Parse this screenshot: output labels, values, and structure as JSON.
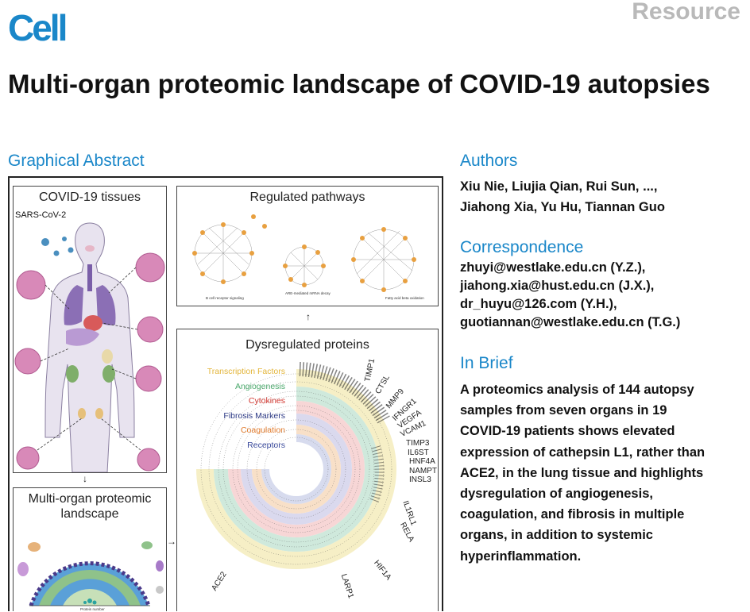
{
  "journal": {
    "logo": "Cell",
    "article_type": "Resource"
  },
  "title": "Multi-organ proteomic landscape of COVID-19 autopsies",
  "graphical_abstract": {
    "heading": "Graphical Abstract",
    "tissues_panel": {
      "title": "COVID-19 tissues",
      "virus_label": "SARS-CoV-2"
    },
    "pathways_panel": {
      "title": "Regulated pathways",
      "network_1_label": "B cell receptor signaling",
      "network_2_label": "ARE-mediated mRNA decay",
      "network_3_label": "Fatty acid beta oxidation"
    },
    "landscape_panel": {
      "title_line1": "Multi-organ proteomic",
      "title_line2": "landscape",
      "axis_label": "Protein number"
    },
    "proteins_panel": {
      "title": "Dysregulated proteins",
      "legend": [
        {
          "label": "Transcription Factors",
          "color": "#e3b53a"
        },
        {
          "label": "Angiogenesis",
          "color": "#4aa86b"
        },
        {
          "label": "Cytokines",
          "color": "#d2362f"
        },
        {
          "label": "Fibrosis Markers",
          "color": "#2d3a86"
        },
        {
          "label": "Coagulation",
          "color": "#e0792a"
        },
        {
          "label": "Receptors",
          "color": "#3a4a9c"
        }
      ],
      "genes": [
        "TIMP1",
        "CTSL",
        "MMP9",
        "IFNGR1",
        "VEGFA",
        "VCAM1",
        "TIMP3",
        "IL6ST",
        "HNF4A",
        "NAMPT",
        "INSL3",
        "IL1RL1",
        "RELA",
        "HIF1A",
        "LARP1",
        "ACE2"
      ]
    }
  },
  "authors": {
    "heading": "Authors",
    "line1": "Xiu Nie, Liujia Qian, Rui Sun, ...,",
    "line2": "Jiahong Xia, Yu Hu, Tiannan Guo"
  },
  "correspondence": {
    "heading": "Correspondence",
    "emails": [
      "zhuyi@westlake.edu.cn (Y.Z.),",
      "jiahong.xia@hust.edu.cn (J.X.),",
      "dr_huyu@126.com (Y.H.),",
      "guotiannan@westlake.edu.cn (T.G.)"
    ]
  },
  "in_brief": {
    "heading": "In Brief",
    "lines": [
      "A proteomics analysis of 144 autopsy",
      "samples from seven organs in 19",
      "COVID-19 patients shows elevated",
      "expression of cathepsin L1, rather than",
      "ACE2, in the lung tissue and highlights",
      "dysregulation of angiogenesis,",
      "coagulation, and fibrosis in multiple",
      "organs, in addition to systemic",
      "hyperinflammation."
    ]
  },
  "colors": {
    "brand": "#1a87c9",
    "resource": "#b9b9b9"
  }
}
